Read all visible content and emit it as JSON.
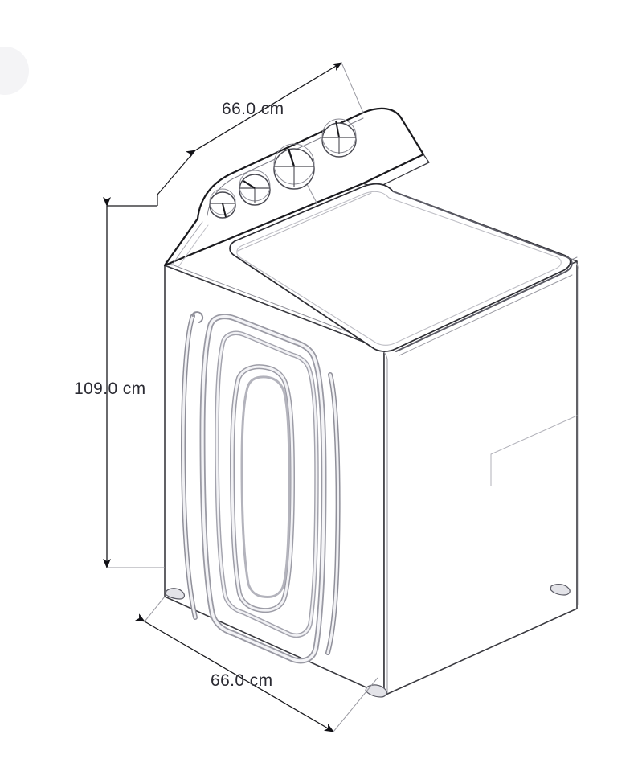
{
  "document": {
    "type": "technical-line-drawing",
    "subject": "top-load washing machine",
    "projection": "isometric",
    "background_color": "#ffffff",
    "line_color": "#3a3a40",
    "outline_color": "#1a1a1e",
    "text_color": "#2b2b33"
  },
  "dimensions": {
    "width": {
      "label": "66.0 cm",
      "value": 66.0,
      "unit": "cm",
      "axis": "width",
      "position": "top-left"
    },
    "height": {
      "label": "109.0 cm",
      "value": 109.0,
      "unit": "cm",
      "axis": "height",
      "position": "left"
    },
    "depth": {
      "label": "66.0 cm",
      "value": 66.0,
      "unit": "cm",
      "axis": "depth",
      "position": "bottom-left"
    }
  },
  "appliance": {
    "control_panel": {
      "knob_count": 4,
      "knobs": [
        {
          "name": "knob-1",
          "size": "small"
        },
        {
          "name": "knob-2",
          "size": "medium"
        },
        {
          "name": "knob-3",
          "size": "large"
        },
        {
          "name": "knob-4",
          "size": "medium"
        }
      ]
    },
    "lid": {
      "name": "top-lid-panel"
    },
    "door": {
      "name": "front-door-panel",
      "ring_count": 4
    },
    "feet": {
      "count": 3,
      "name": "leveling-foot"
    }
  },
  "watermark": {
    "shape": "circle",
    "color": "#f4f4f6"
  }
}
